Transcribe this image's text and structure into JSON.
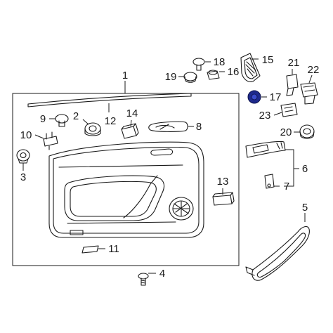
{
  "diagram": {
    "highlight_color": "#1e2a8c",
    "callouts": [
      {
        "id": "1",
        "text": "1"
      },
      {
        "id": "2",
        "text": "2"
      },
      {
        "id": "3",
        "text": "3"
      },
      {
        "id": "4",
        "text": "4"
      },
      {
        "id": "5",
        "text": "5"
      },
      {
        "id": "6",
        "text": "6"
      },
      {
        "id": "7",
        "text": "7"
      },
      {
        "id": "8",
        "text": "8"
      },
      {
        "id": "9",
        "text": "9"
      },
      {
        "id": "10",
        "text": "10"
      },
      {
        "id": "11",
        "text": "11"
      },
      {
        "id": "12",
        "text": "12"
      },
      {
        "id": "13",
        "text": "13"
      },
      {
        "id": "14",
        "text": "14"
      },
      {
        "id": "15",
        "text": "15"
      },
      {
        "id": "16",
        "text": "16"
      },
      {
        "id": "17",
        "text": "17"
      },
      {
        "id": "18",
        "text": "18"
      },
      {
        "id": "19",
        "text": "19"
      },
      {
        "id": "20",
        "text": "20"
      },
      {
        "id": "21",
        "text": "21"
      },
      {
        "id": "22",
        "text": "22"
      },
      {
        "id": "23",
        "text": "23"
      }
    ]
  }
}
